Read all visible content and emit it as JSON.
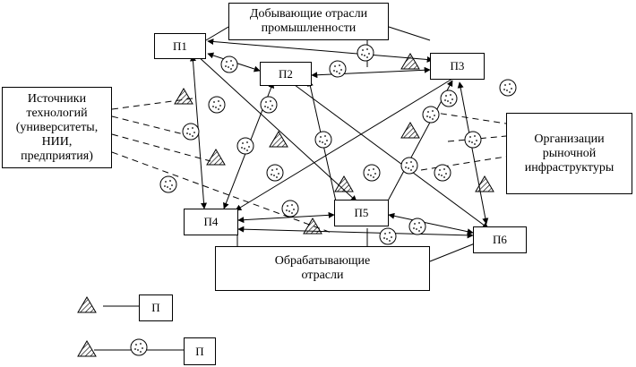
{
  "nodes": {
    "p1": "П1",
    "p2": "П2",
    "p3": "П3",
    "p4": "П4",
    "p5": "П5",
    "p6": "П6"
  },
  "labels": {
    "mining": "Добывающие отрасли\nпромышленности",
    "sources": "Источники\nтехнологий\n(университеты,\nНИИ,\nпредприятия)",
    "market": "Организации\nрыночной\nинфраструктуры",
    "processing": "Обрабатывающие\nотрасли"
  },
  "legend": {
    "item1_label": "П",
    "item2_label": "П"
  },
  "icons": {
    "triangle": "hatched-triangle-icon",
    "circle": "dotted-circle-icon"
  }
}
